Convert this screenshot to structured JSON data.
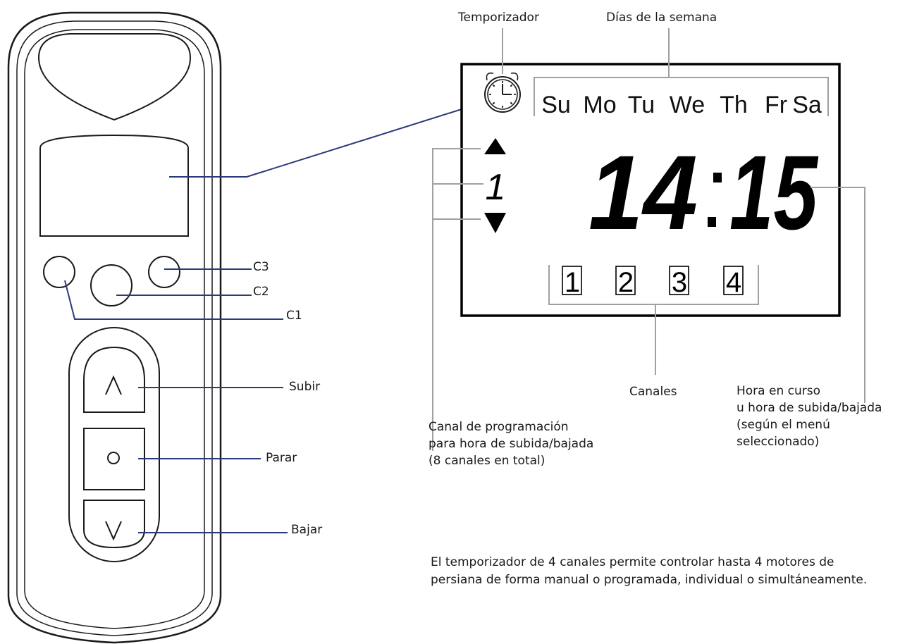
{
  "labels": {
    "c1": "C1",
    "c2": "C2",
    "c3": "C3",
    "up": "Subir",
    "stop": "Parar",
    "down": "Bajar",
    "timer": "Temporizador",
    "weekdays_label": "Días de la semana",
    "channels": "Canales",
    "program_channel": [
      "Canal de programación",
      "para hora de subida/bajada",
      "(8 canales en total)"
    ],
    "current_time": [
      "Hora en curso",
      "u hora de subida/bajada",
      "(según el menú",
      "seleccionado)"
    ]
  },
  "display": {
    "days": [
      "Su",
      "Mo",
      "Tu",
      "We",
      "Th",
      "Fr",
      "Sa"
    ],
    "time_hours": "14",
    "time_minutes": "15",
    "program_channel_digit": "1",
    "channels": [
      "1",
      "2",
      "3",
      "4"
    ]
  },
  "remote_buttons": {
    "up_symbol": "up-arrow-icon",
    "stop_symbol": "stop-circle-icon",
    "down_symbol": "down-arrow-icon"
  },
  "footnote": [
    "El temporizador de 4 canales permite controlar hasta 4 motores de",
    "persiana de forma manual o programada, individual o simultáneamente."
  ],
  "colors": {
    "outline": "#1a1a1a",
    "leader_blue": "#2b3a7a",
    "leader_gray": "#a0a0a0",
    "lcd_border": "#000000"
  }
}
